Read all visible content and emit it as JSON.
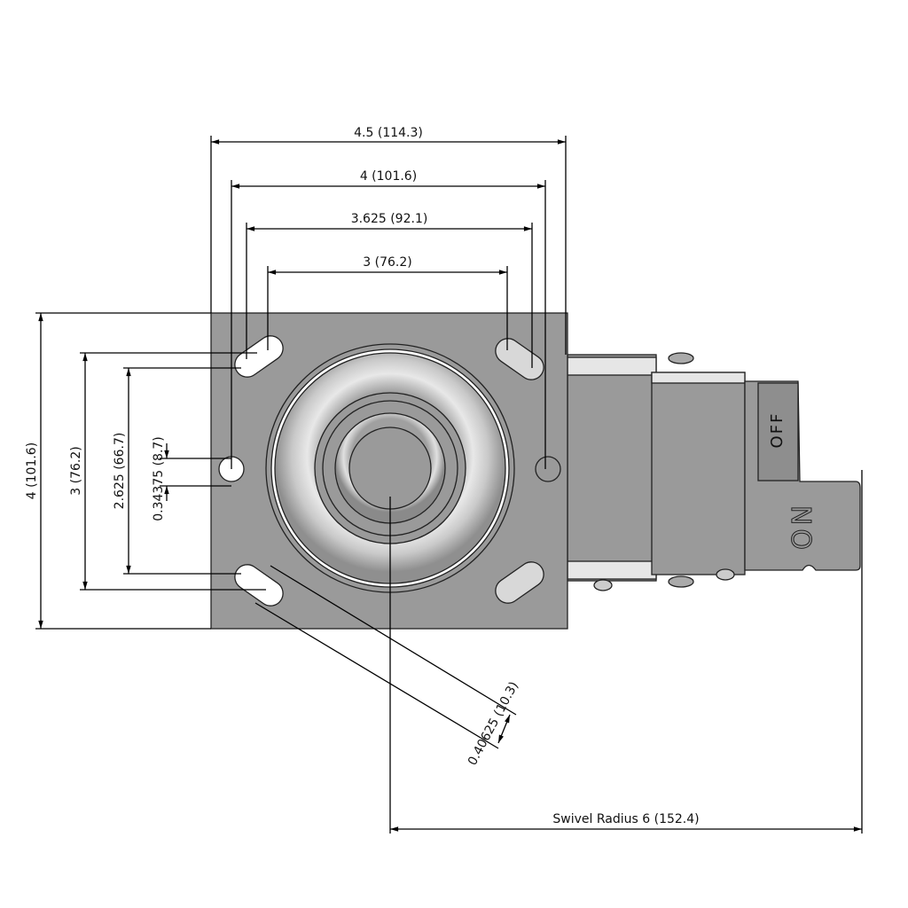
{
  "dimensions": {
    "width_overall": "4.5 (114.3)",
    "width_outer_holes": "4 (101.6)",
    "width_slots_outer": "3.625 (92.1)",
    "width_slots_inner": "3 (76.2)",
    "height_overall": "4 (101.6)",
    "height_slots_outer": "3 (76.2)",
    "height_slots_inner": "2.625 (66.7)",
    "hole_diameter": "0.34375 (8.7)",
    "slot_width": "0.40625 (10.3)",
    "swivel_radius": "Swivel Radius 6 (152.4)"
  },
  "brake_labels": {
    "off": "OFF",
    "on": "ON"
  },
  "colors": {
    "plate": "#9a9a9a",
    "line": "#000000",
    "background": "#ffffff"
  }
}
